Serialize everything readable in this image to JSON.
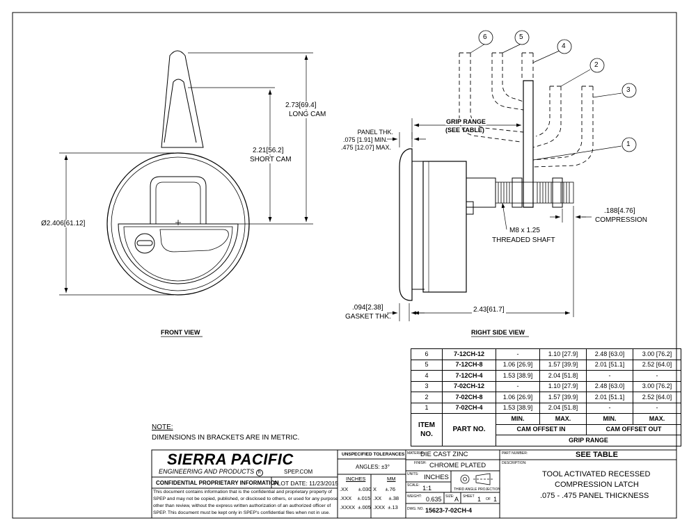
{
  "views": {
    "front": "FRONT VIEW",
    "right": "RIGHT SIDE VIEW"
  },
  "front_dims": {
    "long_cam_val": "2.73",
    "long_cam_mm": "69.4",
    "long_cam_label": "LONG CAM",
    "short_cam_val": "2.21",
    "short_cam_mm": "56.2",
    "short_cam_label": "SHORT CAM",
    "dia_val": "Ø2.406",
    "dia_mm": "61.12"
  },
  "side_dims": {
    "grip_range_l1": "GRIP RANGE",
    "grip_range_l2": "(SEE TABLE)",
    "panel_thk_l1": "PANEL THK.",
    "panel_thk_l2": ".075 [1.91] MIN.",
    "panel_thk_l3": ".475 [12.07] MAX.",
    "compression_val": ".188",
    "compression_mm": "4.76",
    "compression_label": "COMPRESSION",
    "thread_l1": "M8 x 1.25",
    "thread_l2": "THREADED SHAFT",
    "length_val": "2.43",
    "length_mm": "61.7",
    "gasket_val": ".094",
    "gasket_mm": "2.38",
    "gasket_label": "GASKET THK."
  },
  "balloons": [
    "1",
    "2",
    "3",
    "4",
    "5",
    "6"
  ],
  "note": {
    "heading": "NOTE:",
    "text": "DIMENSIONS IN BRACKETS ARE IN METRIC."
  },
  "table": {
    "rows": [
      {
        "item": "6",
        "part": "7-12CH-12",
        "in_min": "-",
        "in_max": "1.10 [27.9]",
        "out_min": "2.48 [63.0]",
        "out_max": "3.00 [76.2]"
      },
      {
        "item": "5",
        "part": "7-12CH-8",
        "in_min": "1.06 [26.9]",
        "in_max": "1.57 [39.9]",
        "out_min": "2.01 [51.1]",
        "out_max": "2.52 [64.0]"
      },
      {
        "item": "4",
        "part": "7-12CH-4",
        "in_min": "1.53 [38.9]",
        "in_max": "2.04 [51.8]",
        "out_min": "-",
        "out_max": "-"
      },
      {
        "item": "3",
        "part": "7-02CH-12",
        "in_min": "-",
        "in_max": "1.10 [27.9]",
        "out_min": "2.48 [63.0]",
        "out_max": "3.00 [76.2]"
      },
      {
        "item": "2",
        "part": "7-02CH-8",
        "in_min": "1.06 [26.9]",
        "in_max": "1.57 [39.9]",
        "out_min": "2.01 [51.1]",
        "out_max": "2.52 [64.0]"
      },
      {
        "item": "1",
        "part": "7-02CH-4",
        "in_min": "1.53 [38.9]",
        "in_max": "2.04 [51.8]",
        "out_min": "-",
        "out_max": "-"
      }
    ],
    "min": "MIN.",
    "max": "MAX.",
    "item_no": "ITEM NO.",
    "part_no": "PART NO.",
    "cam_in": "CAM OFFSET IN",
    "cam_out": "CAM OFFSET OUT",
    "grip_range": "GRIP RANGE"
  },
  "title_block": {
    "company": "SIERRA PACIFIC",
    "company_sub": "ENGINEERING AND PRODUCTS",
    "reg": "R",
    "web": "SPEP.COM",
    "confidential_label": "CONFIDENTIAL PROPRIETARY INFORMATION",
    "plot_date": "PLOT DATE: 11/23/2015",
    "confidential_text": [
      "This document contains information that is the confidential and proprietary property of",
      "SPEP and may not be copied, published, or disclosed to others, or used for any purpose",
      "other than review, without the express written authorization of an authorized officer of",
      "SPEP. This document must be kept only in SPEP's confidential files when not in use."
    ],
    "tol_title": "UNSPECIFIED TOLERANCES",
    "angles": "ANGLES: ±3°",
    "inches": "INCHES",
    "mm": "MM",
    "tol_rows": [
      {
        "a": ".XX",
        "b": "±.030",
        "c": "X",
        "d": "±.76"
      },
      {
        "a": ".XXX",
        "b": "±.015",
        "c": ".XX",
        "d": "±.38"
      },
      {
        "a": ".XXXX",
        "b": "±.005",
        "c": ".XXX",
        "d": "±.13"
      }
    ],
    "material_label": "MATERIAL:",
    "material": "DIE CAST ZINC",
    "finish_label": "FINISH:",
    "finish": "CHROME PLATED",
    "units_label": "UNITS:",
    "units": "INCHES",
    "scale_label": "SCALE:",
    "scale": "1:1",
    "projection": "THIRD ANGLE PROJECTION",
    "weight_label": "WEIGHT:",
    "weight": "0.635",
    "size_label": "SIZE:",
    "size": "A",
    "sheet_label": "SHEET",
    "sheet": "1",
    "of": "OF",
    "sheets": "1",
    "dwg_label": "DWG. NO.",
    "dwg": "15623-7-02CH-4",
    "part_number_label": "PART NUMBER:",
    "part_number": "SEE TABLE",
    "description_label": "DESCRIPTION:",
    "description": [
      "TOOL ACTIVATED RECESSED",
      "COMPRESSION LATCH",
      ".075 - .475 PANEL THICKNESS"
    ]
  }
}
